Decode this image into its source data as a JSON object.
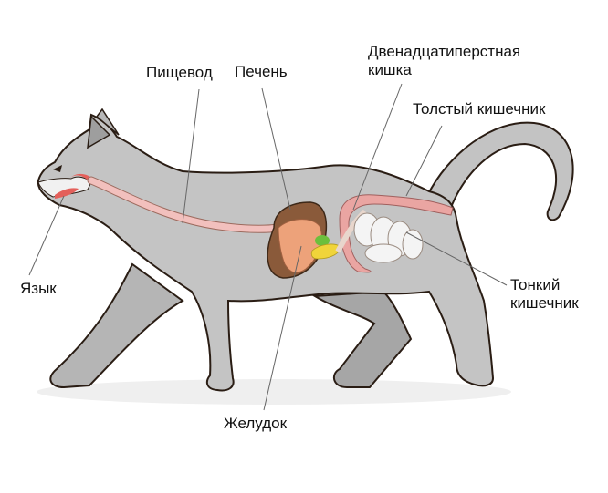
{
  "diagram": {
    "subject": "cat digestive system",
    "labels": {
      "esophagus": "Пищевод",
      "liver": "Печень",
      "duodenum_line1": "Двенадцатиперстная",
      "duodenum_line2": "кишка",
      "large_intestine": "Толстый кишечник",
      "tongue": "Язык",
      "small_intestine_line1": "Тонкий",
      "small_intestine_line2": "кишечник",
      "stomach": "Желудок"
    },
    "colors": {
      "body": "#c3c3c3",
      "body_shade": "#a9a9a9",
      "outline": "#2a1d14",
      "esophagus": "#f2c0bd",
      "mouth": "#e4605b",
      "liver": "#8a5a3a",
      "stomach": "#eda27a",
      "gallbladder": "#6cbf3c",
      "pancreas": "#f0d43a",
      "intestine_small": "#f4f4f4",
      "intestine_large": "#eaa5a2",
      "leader_line": "#666666"
    }
  }
}
